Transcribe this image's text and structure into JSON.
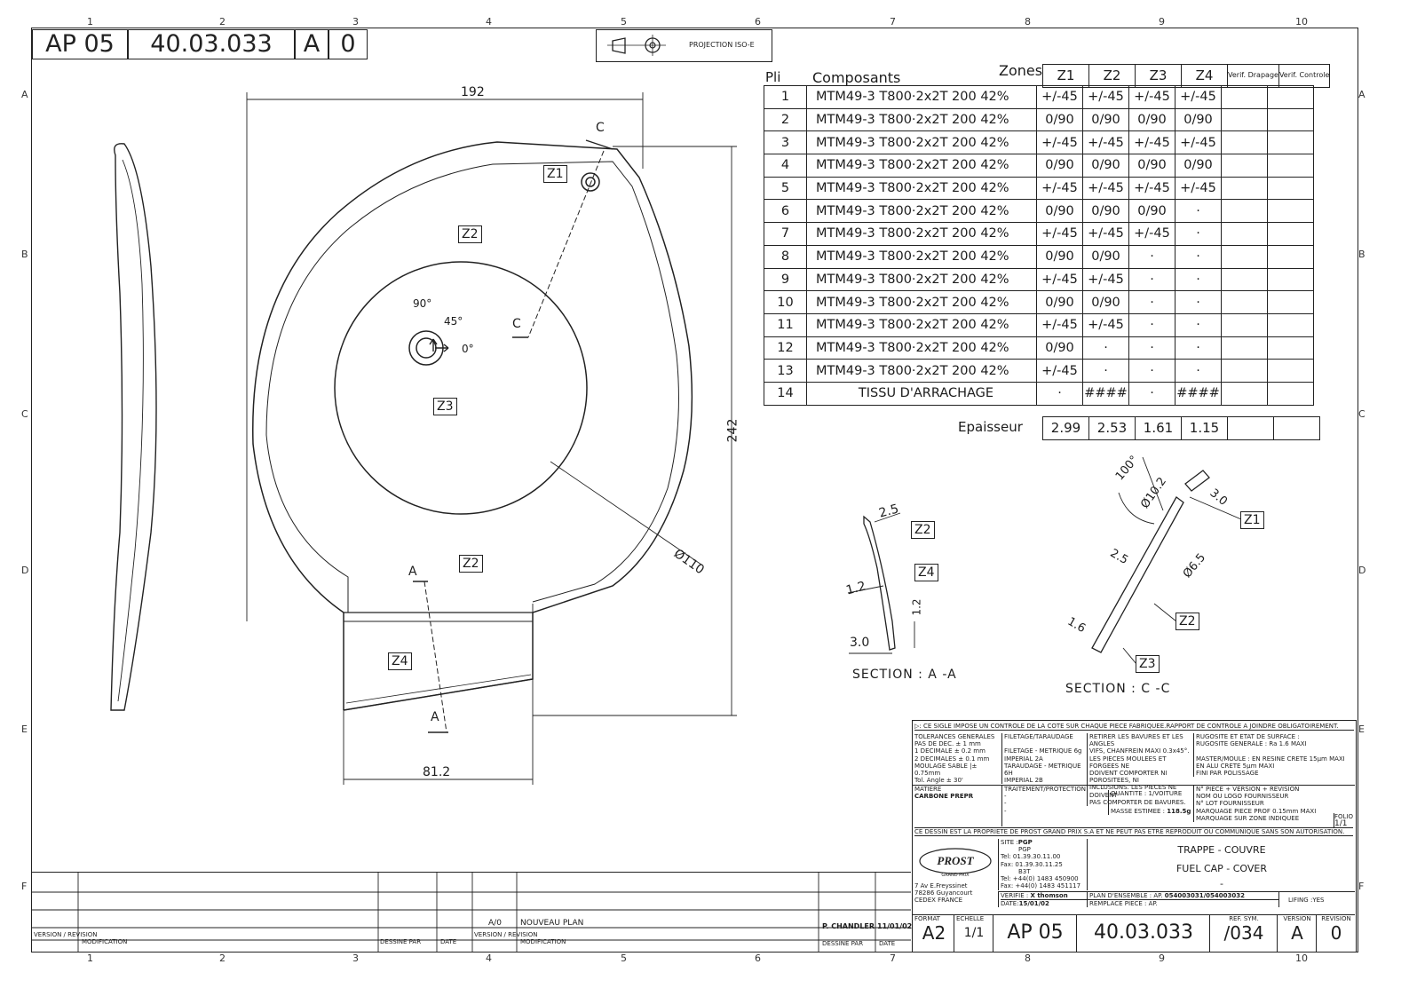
{
  "header": {
    "code_a": "AP 05",
    "code_b": "40.03.033",
    "version": "A",
    "revision": "0",
    "projection_label": "PROJECTION ISO-E"
  },
  "grid": {
    "cols": [
      "1",
      "2",
      "3",
      "4",
      "5",
      "6",
      "7",
      "8",
      "9",
      "10"
    ],
    "rows": [
      "A",
      "B",
      "C",
      "D",
      "E",
      "F"
    ]
  },
  "ply_table": {
    "col_pli": "Pli",
    "col_comp": "Composants",
    "col_zones": "Zones",
    "zones": [
      "Z1",
      "Z2",
      "Z3",
      "Z4"
    ],
    "verif_drapage": "Verif. Drapage",
    "verif_controle": "Verif. Controle",
    "rows": [
      {
        "pli": "1",
        "comp": "MTM49-3 T800·2x2T 200 42%",
        "z": [
          "+/-45",
          "+/-45",
          "+/-45",
          "+/-45"
        ]
      },
      {
        "pli": "2",
        "comp": "MTM49-3 T800·2x2T 200 42%",
        "z": [
          "0/90",
          "0/90",
          "0/90",
          "0/90"
        ]
      },
      {
        "pli": "3",
        "comp": "MTM49-3 T800·2x2T 200 42%",
        "z": [
          "+/-45",
          "+/-45",
          "+/-45",
          "+/-45"
        ]
      },
      {
        "pli": "4",
        "comp": "MTM49-3 T800·2x2T 200 42%",
        "z": [
          "0/90",
          "0/90",
          "0/90",
          "0/90"
        ]
      },
      {
        "pli": "5",
        "comp": "MTM49-3 T800·2x2T 200 42%",
        "z": [
          "+/-45",
          "+/-45",
          "+/-45",
          "+/-45"
        ]
      },
      {
        "pli": "6",
        "comp": "MTM49-3 T800·2x2T 200 42%",
        "z": [
          "0/90",
          "0/90",
          "0/90",
          "·"
        ]
      },
      {
        "pli": "7",
        "comp": "MTM49-3 T800·2x2T 200 42%",
        "z": [
          "+/-45",
          "+/-45",
          "+/-45",
          "·"
        ]
      },
      {
        "pli": "8",
        "comp": "MTM49-3 T800·2x2T 200 42%",
        "z": [
          "0/90",
          "0/90",
          "·",
          "·"
        ]
      },
      {
        "pli": "9",
        "comp": "MTM49-3 T800·2x2T 200 42%",
        "z": [
          "+/-45",
          "+/-45",
          "·",
          "·"
        ]
      },
      {
        "pli": "10",
        "comp": "MTM49-3 T800·2x2T 200 42%",
        "z": [
          "0/90",
          "0/90",
          "·",
          "·"
        ]
      },
      {
        "pli": "11",
        "comp": "MTM49-3 T800·2x2T 200 42%",
        "z": [
          "+/-45",
          "+/-45",
          "·",
          "·"
        ]
      },
      {
        "pli": "12",
        "comp": "MTM49-3 T800·2x2T 200 42%",
        "z": [
          "0/90",
          "·",
          "·",
          "·"
        ]
      },
      {
        "pli": "13",
        "comp": "MTM49-3 T800·2x2T 200 42%",
        "z": [
          "+/-45",
          "·",
          "·",
          "·"
        ]
      },
      {
        "pli": "14",
        "comp": "TISSU D'ARRACHAGE",
        "z": [
          "·",
          "####",
          "·",
          "####"
        ]
      }
    ],
    "thickness_label": "Epaisseur",
    "thickness": [
      "2.99",
      "2.53",
      "1.61",
      "1.15"
    ]
  },
  "part_view": {
    "dim_width": "192",
    "dim_height": "242",
    "dim_bottom": "81.2",
    "dim_diameter": "Ø110",
    "section_a": "A",
    "section_c": "C",
    "angle_90": "90°",
    "angle_45": "45°",
    "angle_0": "0°",
    "zones": [
      "Z1",
      "Z2",
      "Z2",
      "Z3",
      "Z4"
    ]
  },
  "section_aa": {
    "title": "SECTION : A -A",
    "d1": "2.5",
    "d2": "1.2",
    "d3": "1.2",
    "d4": "3.0",
    "z_top": "Z2",
    "z_mid": "Z4"
  },
  "section_cc": {
    "title": "SECTION : C -C",
    "angle": "100°",
    "d_hole": "Ø10.2",
    "d_3": "3.0",
    "d_65": "Ø6.5",
    "d_25": "2.5",
    "d_16": "1.6",
    "z1": "Z1",
    "z2": "Z2",
    "z3": "Z3"
  },
  "title_block": {
    "note": ": CE SIGLE IMPOSE UN CONTROLE DE LA COTE SUR CHAQUE PIECE FABRIQUEE.RAPPORT DE CONTROLE A JOINDRE OBLIGATOIREMENT.",
    "tol_title": "TOLERANCES GENERALES",
    "tol_lines": [
      "PAS DE DEC.      ± 1   mm",
      "1 DECIMALE       ± 0.2 mm",
      "2 DECIMALES      ± 0.1 mm",
      "MOULAGE SABLE  |± 0.75mm",
      "Tol. Angle       ± 30'"
    ],
    "filetage_title": "FILETAGE/TARAUDAGE",
    "filetage_lines": [
      "FILETAGE  - METRIQUE 6g",
      "              IMPERIAL 2A",
      "TARAUDAGE - METRIQUE 6H",
      "              IMPERIAL 2B"
    ],
    "retirer_lines": [
      "RETIRER LES BAVURES ET LES ANGLES",
      "VIFS, CHANFREIN MAXI 0.3x45°.",
      "LES PIECES MOULEES ET FORGEES NE",
      "DOIVENT COMPORTER NI POROSITEES, NI",
      "INCLUSIONS. LES PIECES NE DOIVENT",
      "PAS COMPORTER DE BAVURES."
    ],
    "rugosite_lines": [
      "RUGOSITE ET ETAT DE SURFACE :",
      "RUGOSITE GENERALE : Ra 1.6 MAXI",
      "",
      "MASTER/MOULE : EN RESINE CRETE 15µm MAXI",
      "                  EN ALU CRETE 5µm MAXI",
      "                  FINI PAR POLISSAGE"
    ],
    "matiere_label": "MATIERE",
    "matiere_value": "CARBONE PREPR",
    "traitement_label": "TRAITEMENT/PROTECTION",
    "traitement_lines": [
      "-",
      "-",
      "-"
    ],
    "quantite_label": "QUANTITE :",
    "quantite_value": "1/VOITURE",
    "masse_label": "MASSE ESTIMEE :",
    "masse_value": "118.5g",
    "marquage_lines": [
      "N° PIECE + VERSION + REVISION",
      "NOM OU LOGO FOURNISSEUR",
      "N° LOT FOURNISSEUR",
      "MARQUAGE PIECE PROF 0.15mm MAXI",
      "MARQUAGE SUR ZONE INDIQUEE"
    ],
    "folio_label": "FOLIO",
    "folio_value": "1/1",
    "property_note": "CE DESSIN EST LA PROPRIETE DE PROST GRAND PRIX S.A ET NE PEUT PAS ETRE REPRODUIT OU COMMUNIQUE SANS SON AUTORISATION.",
    "logo_text": "PROST",
    "logo_sub": "GRAND PRIX",
    "address_lines": [
      "7 Av E.Freyssinet",
      "78286 Guyancourt",
      "CEDEX FRANCE"
    ],
    "site_label": "SITE :",
    "site_value": "PGP",
    "site_lines": [
      "PGP",
      "Tel: 01.39.30.11.00",
      "Fax: 01.39.30.11.25",
      "B3T",
      "Tel: +44(0) 1483 450900",
      "Fax: +44(0) 1483 451117"
    ],
    "title_fr": "TRAPPE - COUVRE",
    "title_en": "FUEL CAP - COVER",
    "title_dash": "-",
    "verifie_label": "VERIFIE :",
    "verifie_value": "X thomson",
    "date_label": "DATE:",
    "date_value": "15/01/02",
    "plan_ensemble_label": "PLAN D'ENSEMBLE : AP.",
    "plan_ensemble_value": "054003031/054003032",
    "remplace_label": "REMPLACE PIECE  : AP.",
    "lifing_label": "LIFING :",
    "lifing_value": "YES",
    "format_label": "FORMAT",
    "format_value": "A2",
    "echelle_label": "ECHELLE",
    "echelle_value": "1/1",
    "num_a": "AP 05",
    "num_b": "40.03.033",
    "ref_sym_label": "REF. SYM.",
    "ref_sym_value": "/034",
    "version_label": "VERSION",
    "version_value": "A",
    "revision_label": "REVISION",
    "revision_value": "0"
  },
  "revisions": {
    "h_version": "VERSION / REVISION",
    "h_modification": "MODIFICATION",
    "h_dessine": "DESSINE PAR",
    "h_date": "DATE",
    "entry_version": "A/0",
    "entry_modification": "NOUVEAU PLAN",
    "entry_dessine": "P. CHANDLER",
    "entry_date": "11/01/02",
    "dot": "."
  }
}
